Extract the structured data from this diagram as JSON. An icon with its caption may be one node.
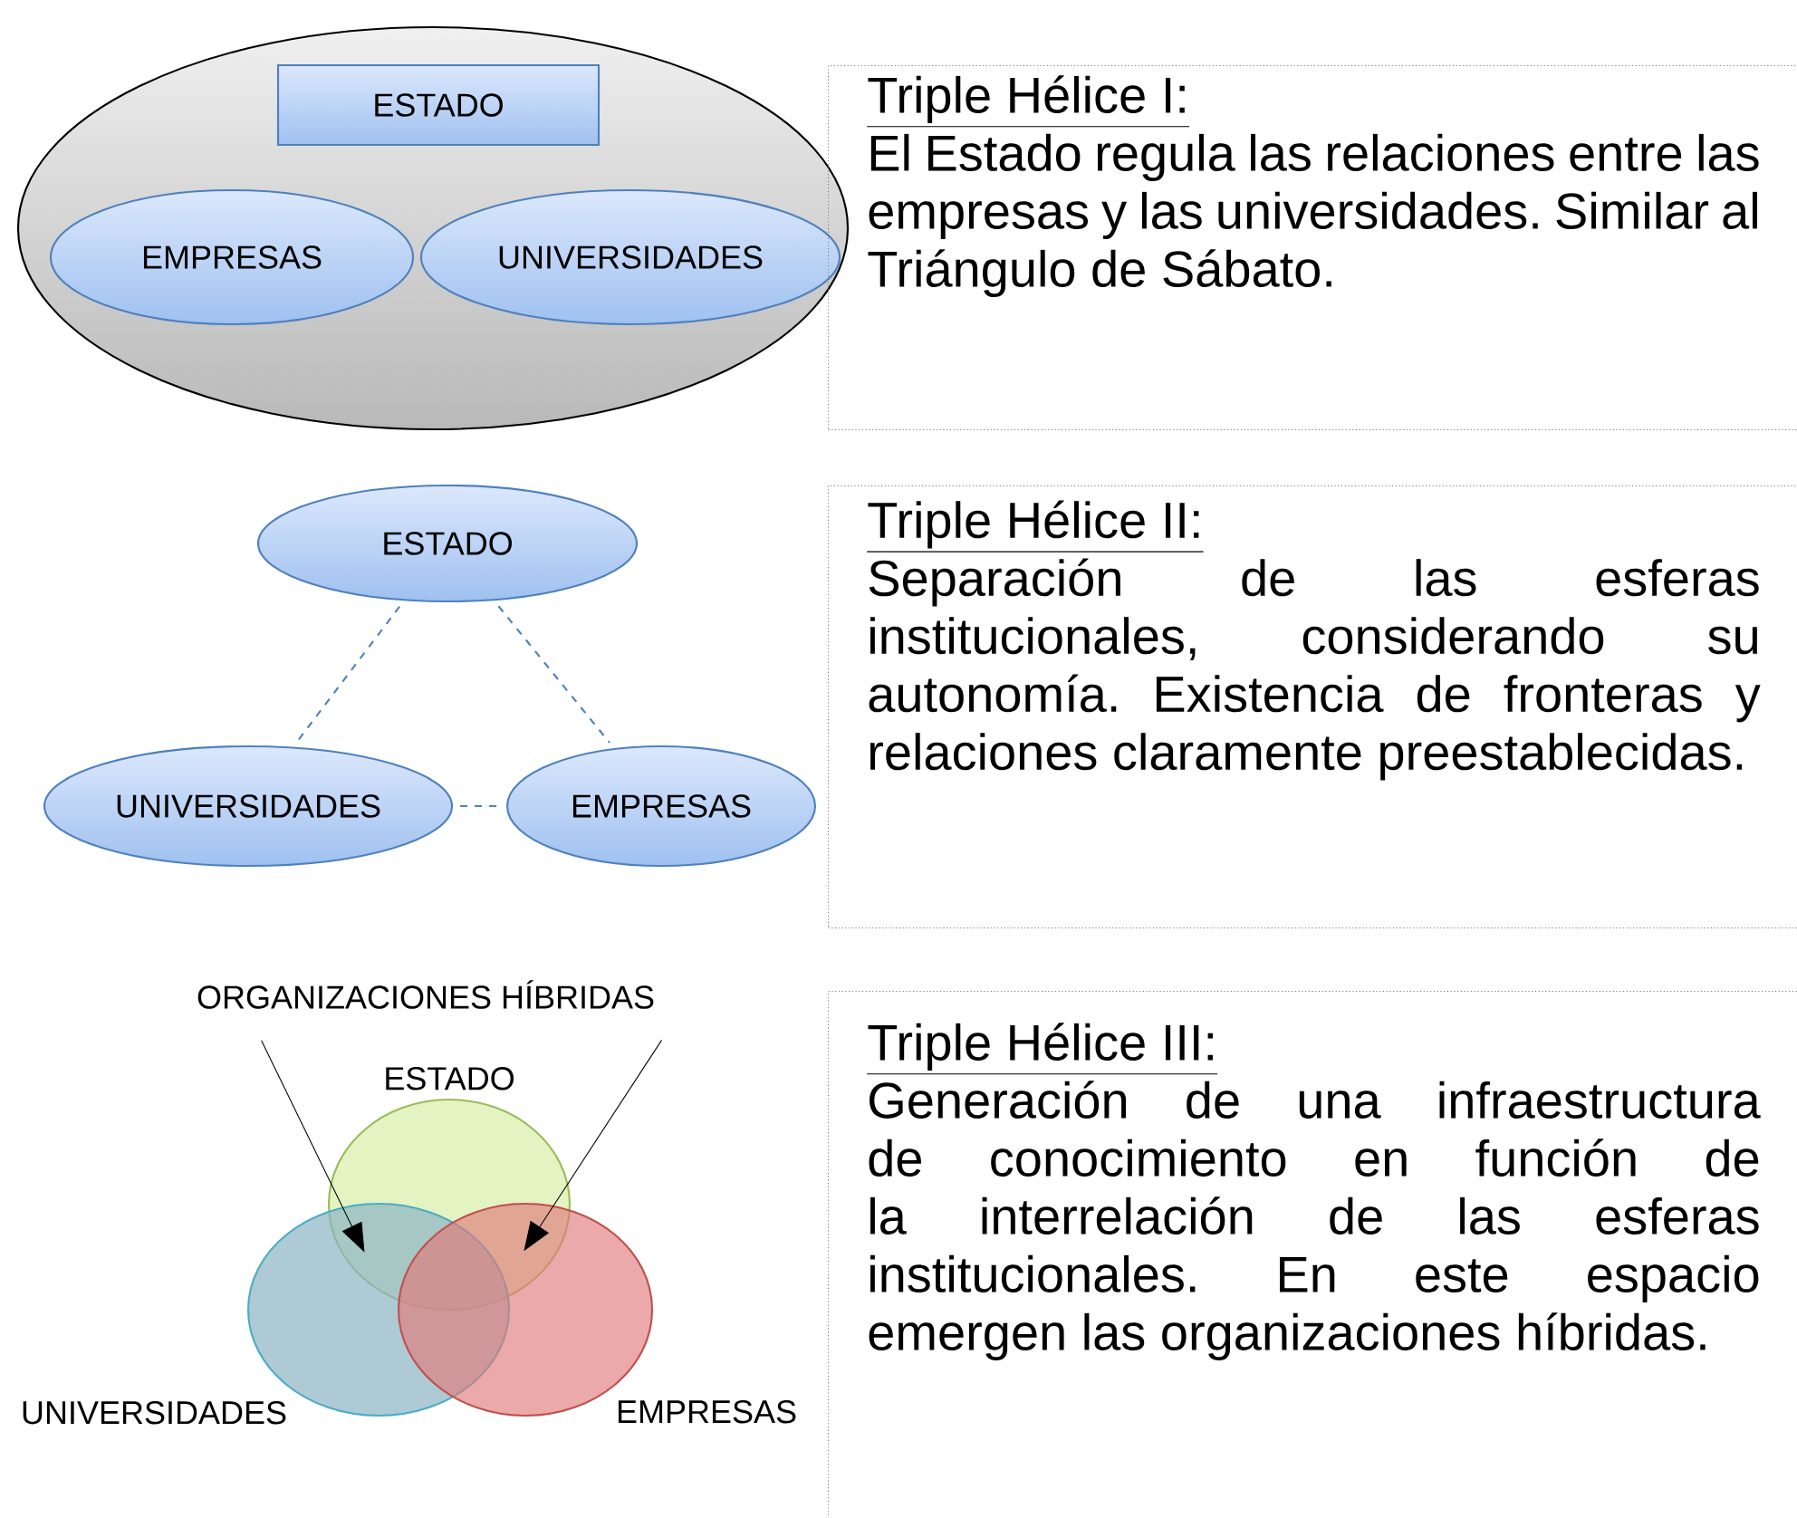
{
  "diagram": {
    "nodes": [
      {
        "text": [],
        "shape": "ellipse"
      },
      {
        "text": [
          "ESTADO"
        ],
        "in": 0
      },
      {
        "text": [
          "EMPRESAS"
        ],
        "in": 0
      },
      {
        "text": [
          "UNIVERSIDADES"
        ],
        "in": 0
      },
      {
        "text": [
          "Triple Hélice I:",
          "El Estado regula las relaciones entre las empresas y las universidades. Similar al Triángulo de Sábato."
        ]
      },
      {
        "text": [
          "ESTADO"
        ]
      },
      {
        "text": [
          "UNIVERSIDADES"
        ]
      },
      {
        "text": [
          "EMPRESAS"
        ]
      },
      {
        "text": [
          "Triple Hélice II:",
          "Separación de las esferas institucionales, considerando su autonomía. Existencia de fronteras y relaciones claramente preestablecidas."
        ]
      },
      {
        "text": [
          "ORGANIZACIONES HÍBRIDAS"
        ]
      },
      {
        "text": [
          "ESTADO"
        ]
      },
      {
        "text": [
          "UNIVERSIDADES"
        ]
      },
      {
        "text": [
          "EMPRESAS"
        ]
      },
      {
        "text": [
          "Triple Hélice III:",
          "Generación de una infraestructura de conocimiento en función de la interrelación de las esferas institucionales. En este espacio emergen las organizaciones híbridas."
        ]
      }
    ],
    "edges": [
      {
        "from": 5,
        "to": 6,
        "arrow": "none",
        "style": "dashed"
      },
      {
        "from": 5,
        "to": 7,
        "arrow": "none",
        "style": "dashed"
      },
      {
        "from": 6,
        "to": 7,
        "arrow": "none",
        "style": "dashed"
      },
      {
        "from": 9,
        "to": 10,
        "arrow": "to",
        "color": "#000000"
      },
      {
        "from": 9,
        "to": 10,
        "arrow": "to",
        "color": "#000000"
      }
    ]
  }
}
